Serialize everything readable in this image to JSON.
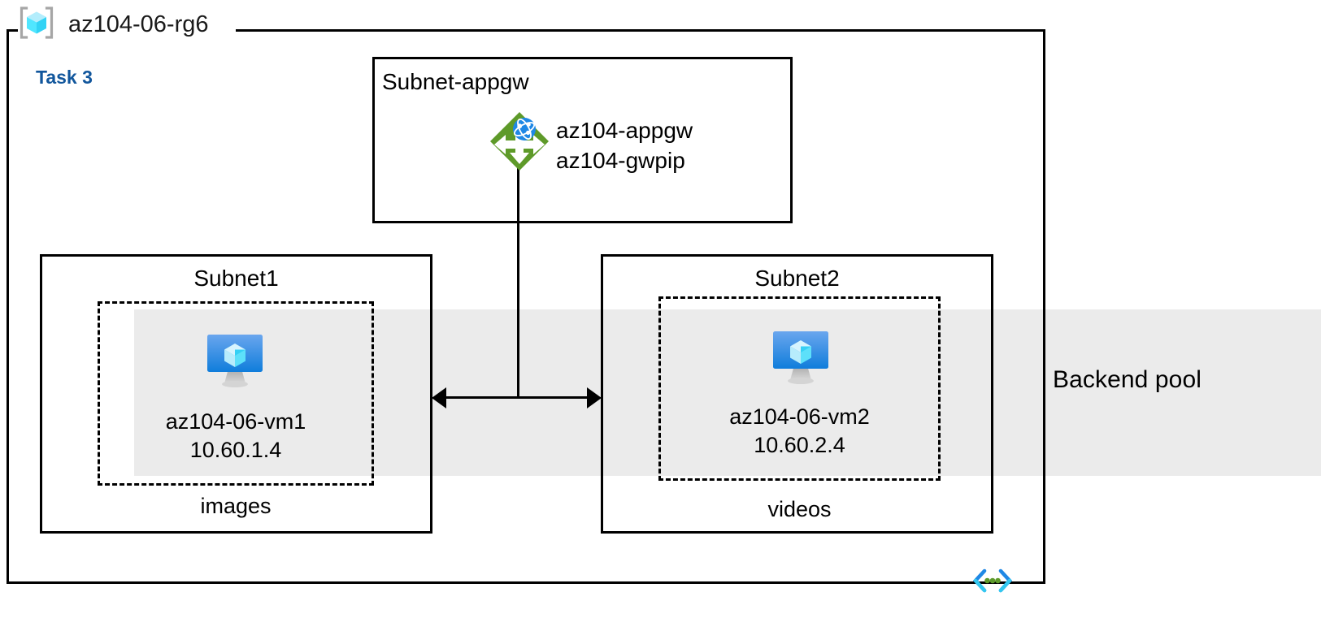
{
  "diagram": {
    "title": "az104-06-rg6",
    "task_label": "Task 3",
    "resource_group_icon": "resource-group-icon",
    "vnet_icon": "virtual-network-icon"
  },
  "backend_pool": {
    "label": "Backend pool",
    "band_color": "#ebebeb"
  },
  "appgw_subnet": {
    "title": "Subnet-appgw",
    "icon": "application-gateway-icon",
    "resource_names": "az104-appgw\naz104-gwpip",
    "resources": [
      "az104-appgw",
      "az104-gwpip"
    ]
  },
  "subnets": [
    {
      "title": "Subnet1",
      "sublabel": "images",
      "vm_icon": "virtual-machine-icon",
      "vm_name": "az104-06-vm1",
      "vm_ip": "10.60.1.4",
      "vm_text": "az104-06-vm1\n10.60.1.4"
    },
    {
      "title": "Subnet2",
      "sublabel": "videos",
      "vm_icon": "virtual-machine-icon",
      "vm_name": "az104-06-vm2",
      "vm_ip": "10.60.2.4",
      "vm_text": "az104-06-vm2\n10.60.2.4"
    }
  ],
  "colors": {
    "task_accent": "#11569c",
    "appgw_green": "#5e9a29",
    "appgw_globe_blue": "#1f88e5",
    "vm_blue": "#0f7ddb",
    "cube_cyan": "#9fe9fb",
    "band_gray": "#ebebeb",
    "border_black": "#000000",
    "vnet_dot_green": "#5d9a2a",
    "vnet_chevron_blue": "#1f88e5",
    "vnet_chevron_cyan": "#33c8f0"
  }
}
